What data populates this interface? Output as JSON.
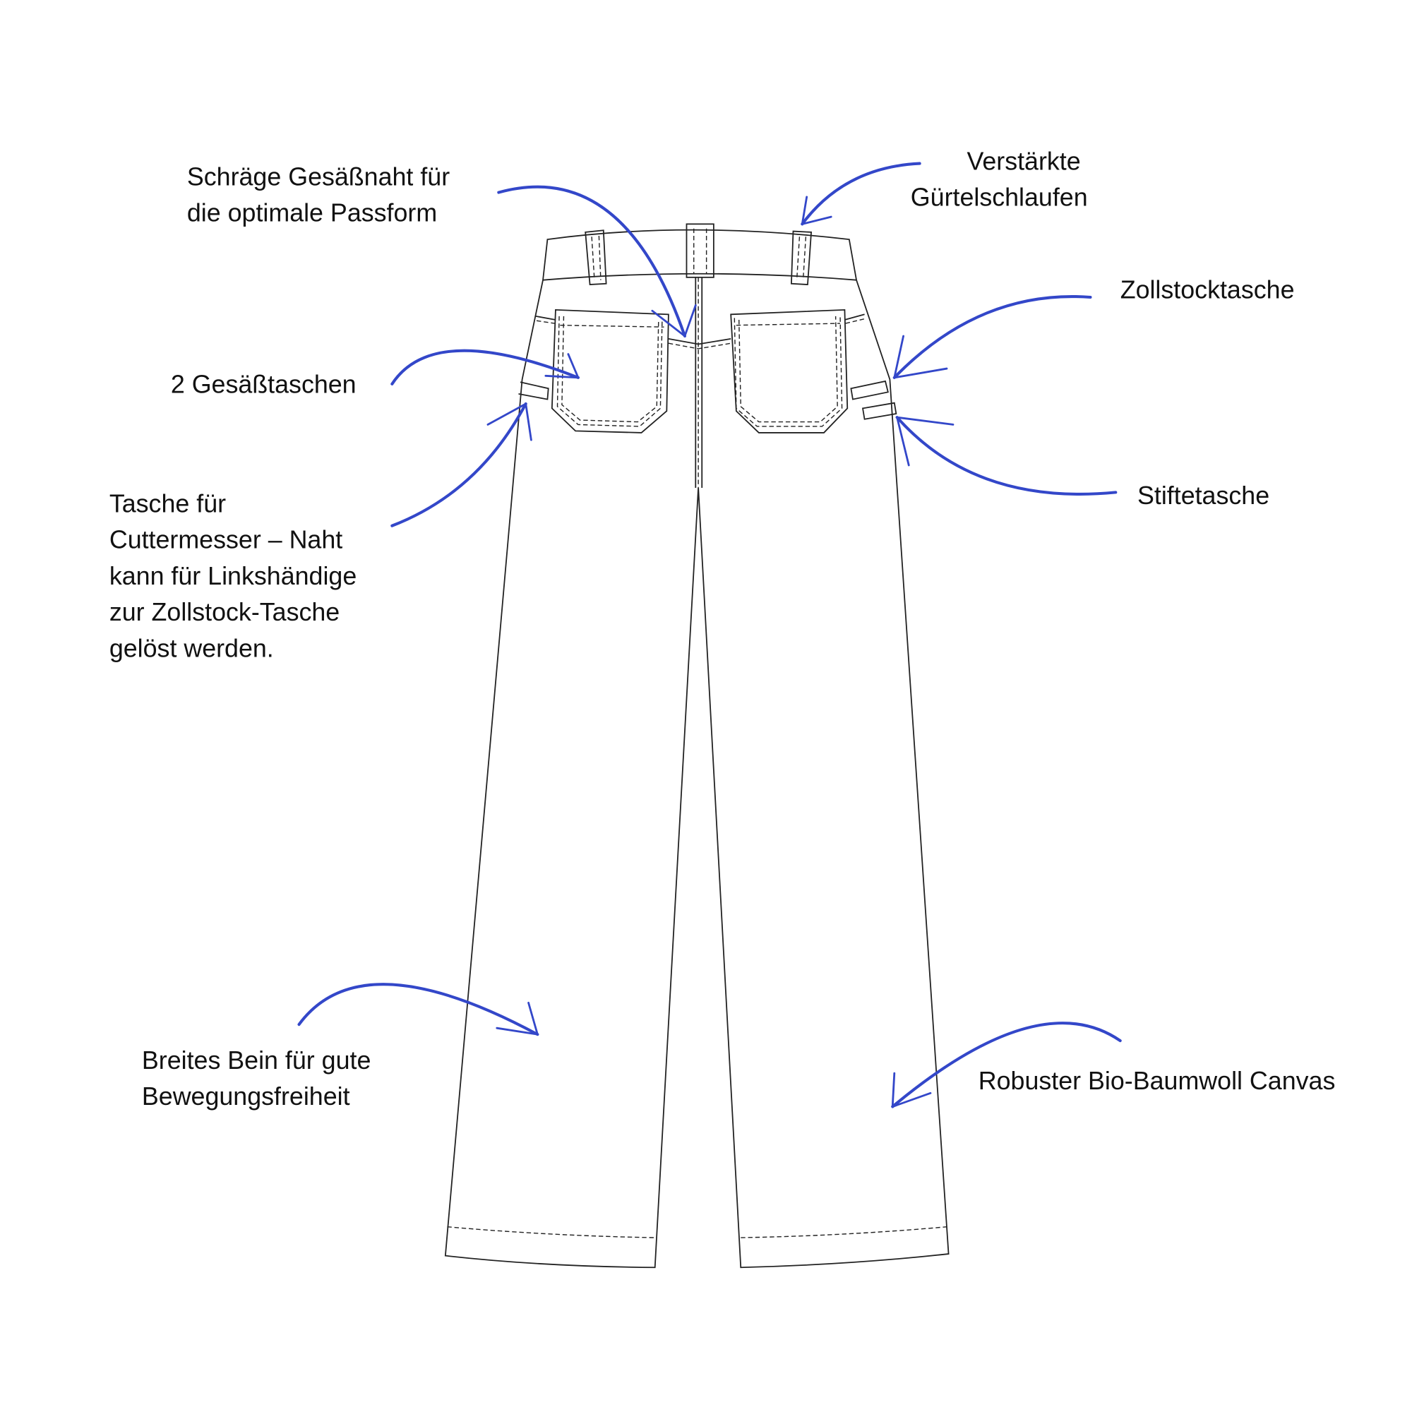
{
  "colors": {
    "arrow": "#3347c9",
    "line": "#222222",
    "text": "#111111"
  },
  "annotations": {
    "seat_seam": {
      "lines": [
        "Schräge Gesäßnaht für",
        "die optimale Passform"
      ]
    },
    "belt_loops": {
      "lines": [
        "Verstärkte",
        "Gürtelschlaufen"
      ]
    },
    "ruler_pocket": {
      "lines": [
        "Zollstocktasche"
      ]
    },
    "pen_pocket": {
      "lines": [
        "Stiftetasche"
      ]
    },
    "back_pockets": {
      "lines": [
        "2 Gesäßtaschen"
      ]
    },
    "knife_pocket": {
      "lines": [
        "Tasche für",
        "Cuttermesser – Naht",
        "kann für Linkshändige",
        "zur Zollstock-Tasche",
        "gelöst werden."
      ]
    },
    "wide_leg": {
      "lines": [
        "Breites Bein für gute",
        "Bewegungsfreiheit"
      ]
    },
    "fabric": {
      "lines": [
        "Robuster Bio-Baumwoll Canvas"
      ]
    }
  }
}
